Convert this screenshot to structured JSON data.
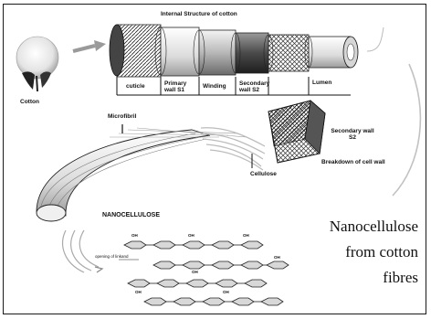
{
  "header": {
    "title": "Internal Structure of cotton"
  },
  "cotton_label": "Cotton",
  "fiber_layers": {
    "cuticle": "cuticle",
    "primary_wall": "Primary wall S1",
    "winding": "Winding",
    "secondary_wall": "Secondary wall S2",
    "lumen": "Lumen"
  },
  "microfibril_label": "Microfibril",
  "secondary_wall_callout": "Secondary wall S2",
  "breakdown_label": "Breakdown of cell wall",
  "cellulose_label": "Cellulose",
  "nanocellulose_label": "NANOCELLULOSE",
  "opening_label": "opening of linkand",
  "oh_label": "OH",
  "caption": {
    "line1": "Nanocellulose",
    "line2": "from cotton",
    "line3": "fibres"
  }
}
